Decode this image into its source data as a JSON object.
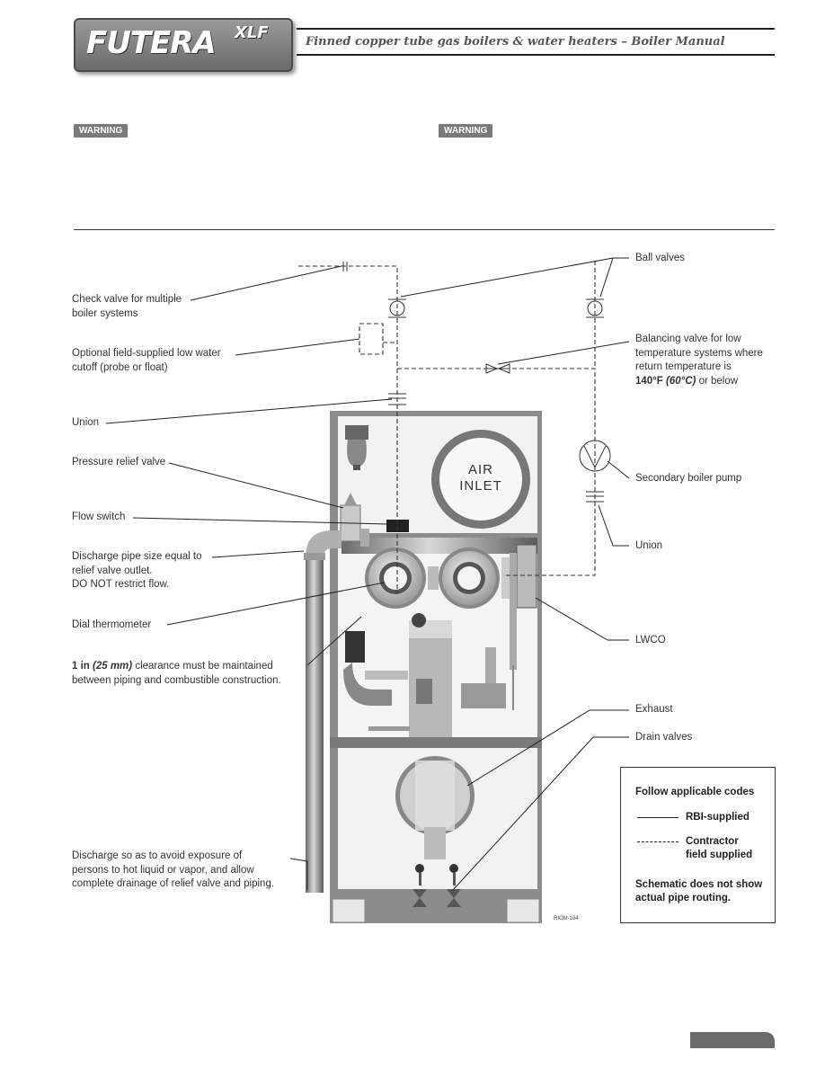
{
  "header": {
    "brand": "FUTERA",
    "brand_suffix": "XLF",
    "title": "Finned copper tube gas boilers & water heaters – Boiler Manual"
  },
  "warnings": {
    "left_badge": "WARNING",
    "right_badge": "WARNING"
  },
  "diagram": {
    "air_inlet_line1": "AIR",
    "air_inlet_line2": "INLET",
    "figure_code": "RIOM-104",
    "labels": {
      "check_valve": [
        "Check valve for multiple",
        "boiler systems"
      ],
      "low_water_cutoff": [
        "Optional field-supplied low water",
        "cutoff (probe or float)"
      ],
      "union_left": "Union",
      "pressure_relief": "Pressure relief valve",
      "flow_switch": "Flow switch",
      "discharge_pipe": [
        "Discharge pipe size equal to",
        "relief valve outlet.",
        "DO NOT restrict flow."
      ],
      "dial_thermometer": "Dial thermometer",
      "clearance_bold": "1 in",
      "clearance_italic": "(25 mm)",
      "clearance_rest": " clearance must be maintained",
      "clearance_line2": "between piping and combustible construction.",
      "discharge_note": [
        "Discharge so as to avoid exposure of",
        "persons to hot liquid or vapor, and allow",
        "complete drainage of relief valve and piping."
      ],
      "ball_valves": "Ball valves",
      "balancing_valve": [
        "Balancing valve for low",
        "temperature systems where",
        "return temperature is"
      ],
      "balancing_temp_bold": "140°F",
      "balancing_temp_italic": "(60°C)",
      "balancing_temp_rest": " or below",
      "secondary_pump": "Secondary boiler pump",
      "union_right": "Union",
      "lwco": "LWCO",
      "exhaust": "Exhaust",
      "drain_valves": "Drain valves"
    }
  },
  "legend": {
    "title": "Follow applicable codes",
    "solid_label": "RBI-supplied",
    "dashed_label_line1": "Contractor",
    "dashed_label_line2": "field supplied",
    "note_line1": "Schematic does not show",
    "note_line2": "actual pipe routing."
  }
}
